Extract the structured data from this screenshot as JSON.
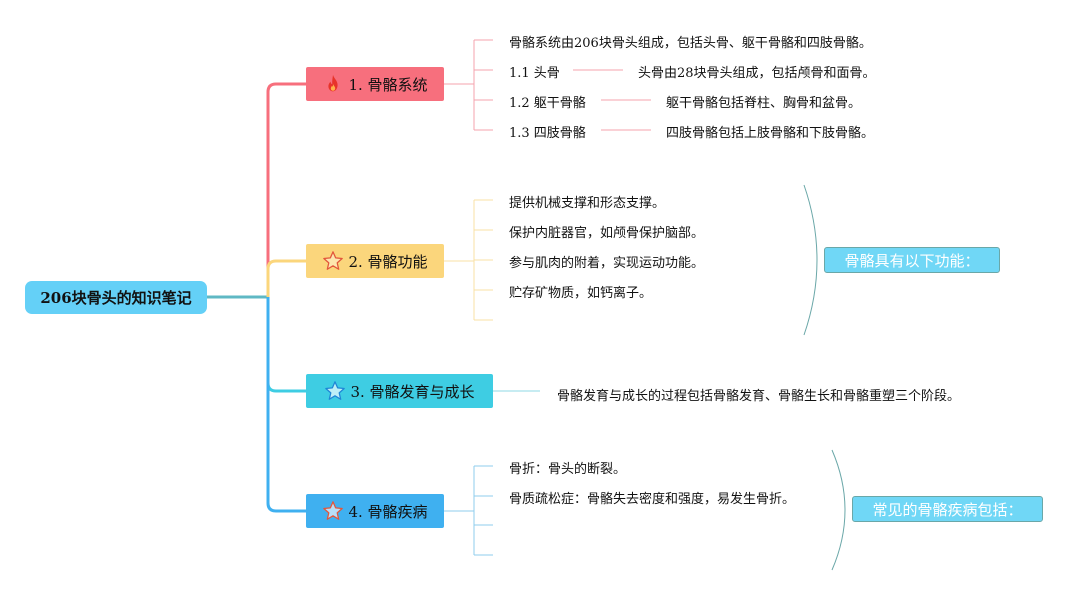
{
  "root": {
    "label": "206块骨头的知识笔记"
  },
  "branches": [
    {
      "label": "1. 骨骼系统",
      "icon": "fire-icon",
      "color": "#f76f7d",
      "items": [
        {
          "text": "骨骼系统由206块骨头组成，包括头骨、躯干骨骼和四肢骨骼。"
        },
        {
          "text": "1.1 头骨",
          "detail": "头骨由28块骨头组成，包括颅骨和面骨。"
        },
        {
          "text": "1.2 躯干骨骼",
          "detail": "躯干骨骼包括脊柱、胸骨和盆骨。"
        },
        {
          "text": "1.3 四肢骨骼",
          "detail": "四肢骨骼包括上肢骨骼和下肢骨骼。"
        }
      ]
    },
    {
      "label": "2. 骨骼功能",
      "icon": "star-outline-icon",
      "color": "#fbd67c",
      "items": [
        {
          "text": "提供机械支撑和形态支撑。"
        },
        {
          "text": "保护内脏器官，如颅骨保护脑部。"
        },
        {
          "text": "参与肌肉的附着，实现运动功能。"
        },
        {
          "text": "贮存矿物质，如钙离子。"
        },
        {
          "text": ""
        }
      ],
      "summary": "骨骼具有以下功能："
    },
    {
      "label": "3. 骨骼发育与成长",
      "icon": "star-outline-icon",
      "color": "#3ecde3",
      "items": [
        {
          "text": "骨骼发育与成长的过程包括骨骼发育、骨骼生长和骨骼重塑三个阶段。"
        }
      ]
    },
    {
      "label": "4. 骨骼疾病",
      "icon": "star-outline-icon",
      "color": "#3fb0f0",
      "items": [
        {
          "text": "骨折：骨头的断裂。"
        },
        {
          "text": "骨质疏松症：骨骼失去密度和强度，易发生骨折。"
        },
        {
          "text": ""
        },
        {
          "text": ""
        }
      ],
      "summary": "常见的骨骼疾病包括："
    }
  ]
}
